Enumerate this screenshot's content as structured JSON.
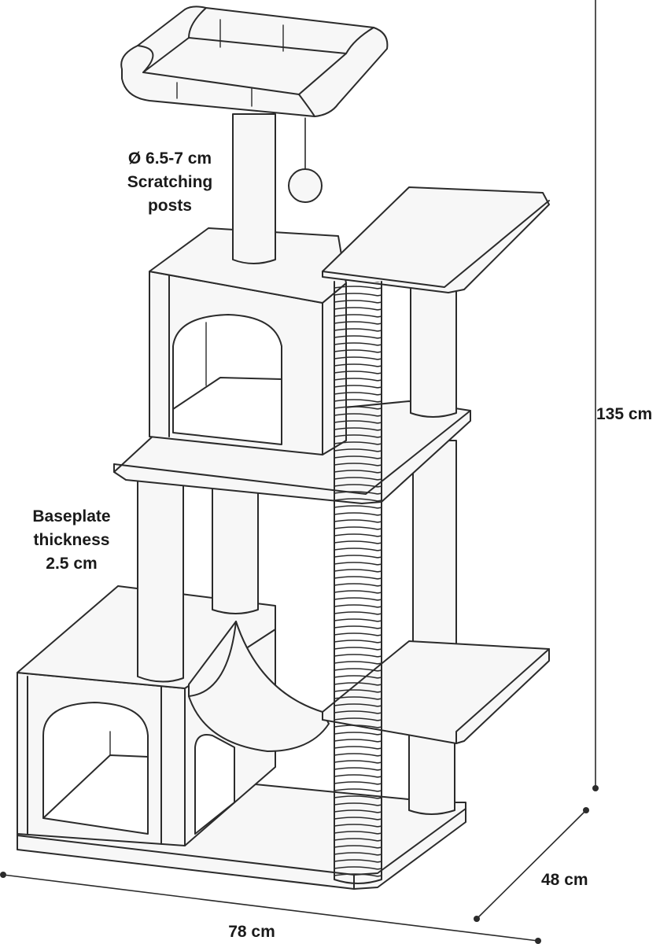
{
  "annotations": {
    "posts": [
      "Ø 6.5-7 cm",
      "Scratching",
      "posts"
    ],
    "baseplate": [
      "Baseplate",
      "thickness",
      "2.5 cm"
    ]
  },
  "dimensions": {
    "height": "135 cm",
    "depth": "48 cm",
    "width": "78 cm"
  },
  "colors": {
    "stroke": "#2b2b2b",
    "fill": "#f7f7f7",
    "text": "#1a1a1a"
  }
}
